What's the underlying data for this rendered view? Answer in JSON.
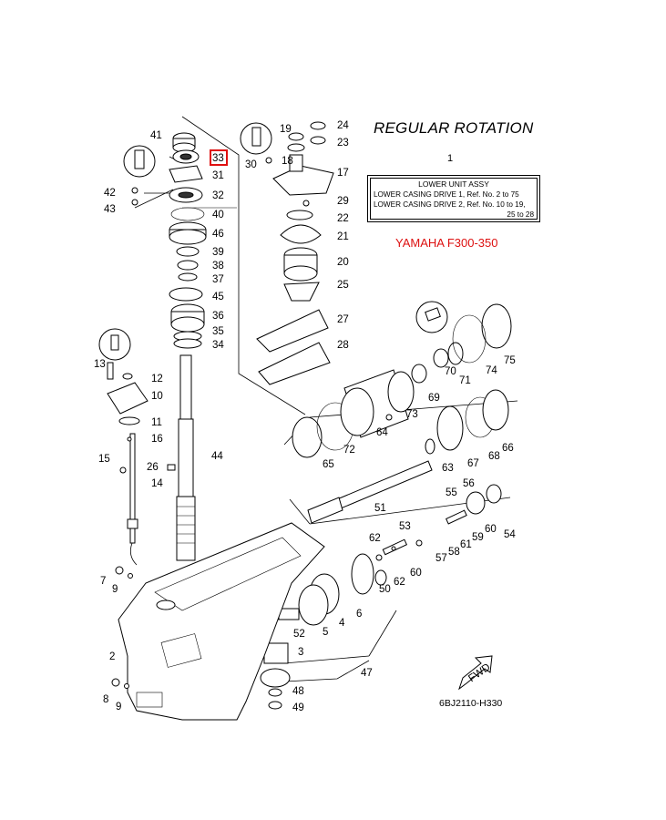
{
  "title": "REGULAR ROTATION",
  "legend": {
    "ref_number": "1",
    "heading": "LOWER UNIT ASSY",
    "line1": "LOWER CASING DRIVE 1,  Ref. No. 2 to 75",
    "line2": "LOWER CASING DRIVE 2,  Ref. No. 10 to 19,",
    "line3": "25 to 28"
  },
  "model_label": "YAMAHA F300-350",
  "diagram_code": "6BJ2110-H330",
  "highlighted_part": "33",
  "highlight_color": "#e01010",
  "fwd_label": "FWD",
  "callouts": [
    "41",
    "33",
    "31",
    "42",
    "32",
    "43",
    "40",
    "46",
    "39",
    "38",
    "37",
    "45",
    "36",
    "35",
    "34",
    "13",
    "12",
    "10",
    "11",
    "16",
    "15",
    "14",
    "26",
    "44",
    "19",
    "24",
    "23",
    "30",
    "18",
    "17",
    "29",
    "22",
    "21",
    "20",
    "25",
    "27",
    "28",
    "75",
    "74",
    "71",
    "70",
    "69",
    "73",
    "64",
    "72",
    "65",
    "66",
    "68",
    "67",
    "63",
    "51",
    "56",
    "55",
    "53",
    "62",
    "60",
    "54",
    "59",
    "61",
    "58",
    "57",
    "60b",
    "62b",
    "50",
    "4",
    "5",
    "6",
    "52",
    "3",
    "47",
    "48",
    "49",
    "2",
    "7",
    "9",
    "8",
    "9b"
  ]
}
